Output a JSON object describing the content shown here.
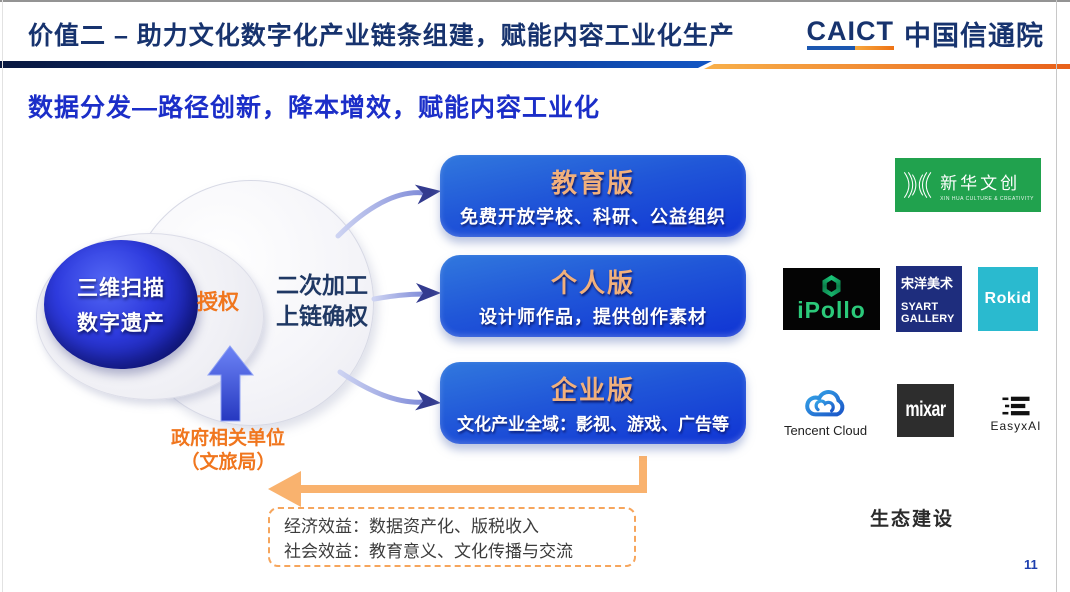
{
  "header": {
    "title": "价值二 – 助力文化数字化产业链条组建，赋能内容工业化生产",
    "brand": {
      "acronym": "CAICT",
      "name": "中国信通院"
    }
  },
  "section_title": "数据分发—路径创新，降本增效，赋能内容工业化",
  "flow": {
    "source": {
      "line1": "三维扫描",
      "line2": "数字遗产"
    },
    "authorize": "授权",
    "process": {
      "line1": "二次加工",
      "line2": "上链确权"
    },
    "government": {
      "line1": "政府相关单位",
      "line2": "（文旅局）"
    },
    "editions": [
      {
        "title": "教育版",
        "desc": "免费开放学校、科研、公益组织"
      },
      {
        "title": "个人版",
        "desc": "设计师作品，提供创作素材"
      },
      {
        "title": "企业版",
        "desc": "文化产业全域：影视、游戏、广告等"
      }
    ],
    "benefits": {
      "line1": "经济效益：数据资产化、版税收入",
      "line2": "社会效益：教育意义、文化传播与交流"
    }
  },
  "ecosystem": {
    "label": "生态建设",
    "partners": {
      "xinhua": {
        "name": "新华文创",
        "tagline": "XIN HUA CULTURE & CREATIVITY",
        "bg": "#21A24E"
      },
      "ipollo": {
        "name": "iPollo",
        "bg": "#040404",
        "accent": "#2BC97A"
      },
      "syart": {
        "cn": "宋洋美术",
        "en1": "SYART",
        "en2": "GALLERY",
        "bg": "#1E2D7D"
      },
      "rokid": {
        "name": "Rokid",
        "bg": "#2ABACF"
      },
      "tencent": {
        "name": "Tencent Cloud"
      },
      "mixar": {
        "name": "mixar",
        "bg": "#2D2D2D"
      },
      "easyxai": {
        "name": "EasyxAI"
      }
    }
  },
  "page_number": "11",
  "colors": {
    "title_navy": "#17336E",
    "section_blue": "#1B2EC8",
    "accent_orange": "#F0761E",
    "divider_blue": "#0E3F9A",
    "divider_orange": "#E8611A",
    "edition_box_top": "#3178DE",
    "edition_box_bottom": "#1034D4",
    "edition_title": "#F1B07C",
    "return_arrow_orange": "#F9B26E",
    "flow_arrowhead_navy": "#333B8F"
  }
}
